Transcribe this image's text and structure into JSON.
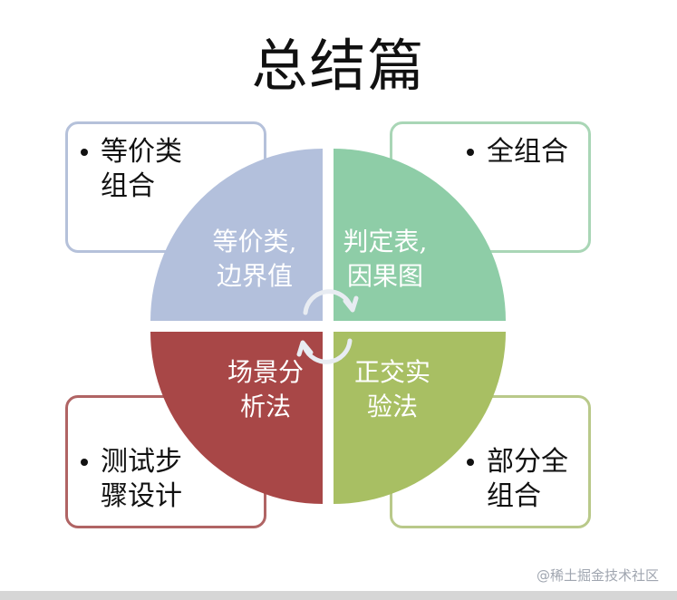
{
  "title": "总结篇",
  "quadrants": {
    "top_left": {
      "label_line1": "等价类,",
      "label_line2": "边界值",
      "color": "#b3c0dc"
    },
    "top_right": {
      "label_line1": "判定表,",
      "label_line2": "因果图",
      "color": "#8ecda7"
    },
    "bottom_left": {
      "label_line1": "场景分",
      "label_line2": "析法",
      "color": "#a84747"
    },
    "bottom_right": {
      "label_line1": "正交实",
      "label_line2": "验法",
      "color": "#a8bf63"
    }
  },
  "boxes": {
    "top_left": {
      "line1": "等价类",
      "line2": "组合"
    },
    "top_right": {
      "line1": "全组合"
    },
    "bottom_left": {
      "line1": "测试步",
      "line2": "骤设计"
    },
    "bottom_right": {
      "line1": "部分全",
      "line2": "组合"
    }
  },
  "watermark": "@稀土掘金技术社区"
}
